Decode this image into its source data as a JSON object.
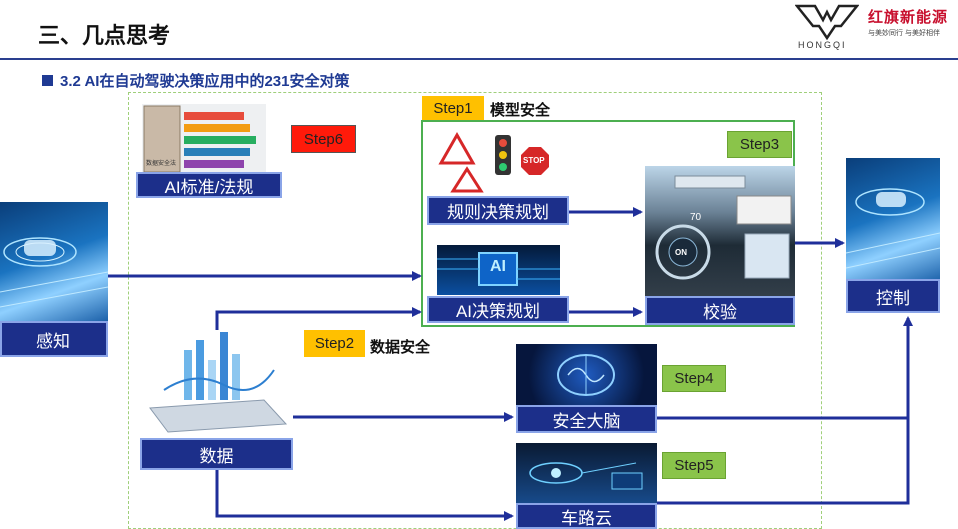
{
  "header": {
    "title": "三、几点思考",
    "brand": "红旗新能源",
    "brand_sub": "与美妙同行  与美好相伴",
    "brand_logo_text": "HONGQI"
  },
  "subtitle": "3.2 AI在自动驾驶决策应用中的231安全对策",
  "steps": {
    "step1": "Step1",
    "step1_label": "模型安全",
    "step2": "Step2",
    "step2_label": "数据安全",
    "step3": "Step3",
    "step4": "Step4",
    "step5": "Step5",
    "step6": "Step6"
  },
  "boxes": {
    "perception": "感知",
    "control": "控制",
    "standards": "AI标准/法规",
    "rule_planning": "规则决策规划",
    "ai_planning": "AI决策规划",
    "verification": "校验",
    "data": "数据",
    "safety_brain": "安全大脑",
    "v2x_cloud": "车路云"
  },
  "images": {
    "book_cover_text": "数据安全法",
    "stop_sign_text": "STOP",
    "ai_chip_text": "AI",
    "dashboard_speed": "70",
    "dashboard_on": "ON"
  },
  "colors": {
    "navy": "#1c2f8a",
    "arrow": "#1f2f9a",
    "step_yellow": "#ffc000",
    "step_green": "#8ac44a",
    "step_red": "#ff1a0a",
    "frame_green": "#4caf50",
    "brand_red": "#c8102e"
  }
}
